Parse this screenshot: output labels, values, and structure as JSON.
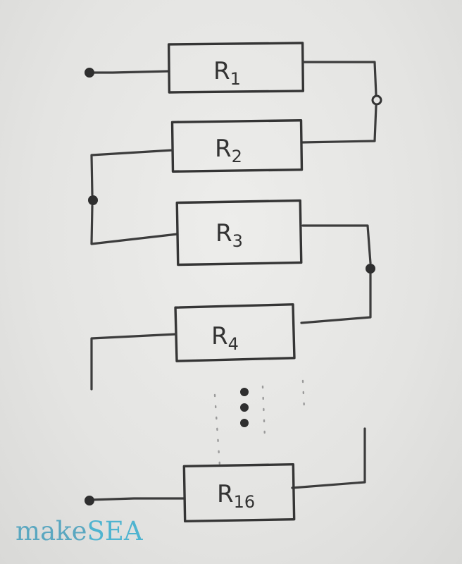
{
  "resistors": [
    {
      "letter": "R",
      "index": "1"
    },
    {
      "letter": "R",
      "index": "2"
    },
    {
      "letter": "R",
      "index": "3"
    },
    {
      "letter": "R",
      "index": "4"
    },
    {
      "letter": "R",
      "index": "16"
    }
  ],
  "brand": {
    "part1": "make",
    "part2": "SEA"
  },
  "colors": {
    "ink": "#333333",
    "brand": "#5aa7c0"
  }
}
